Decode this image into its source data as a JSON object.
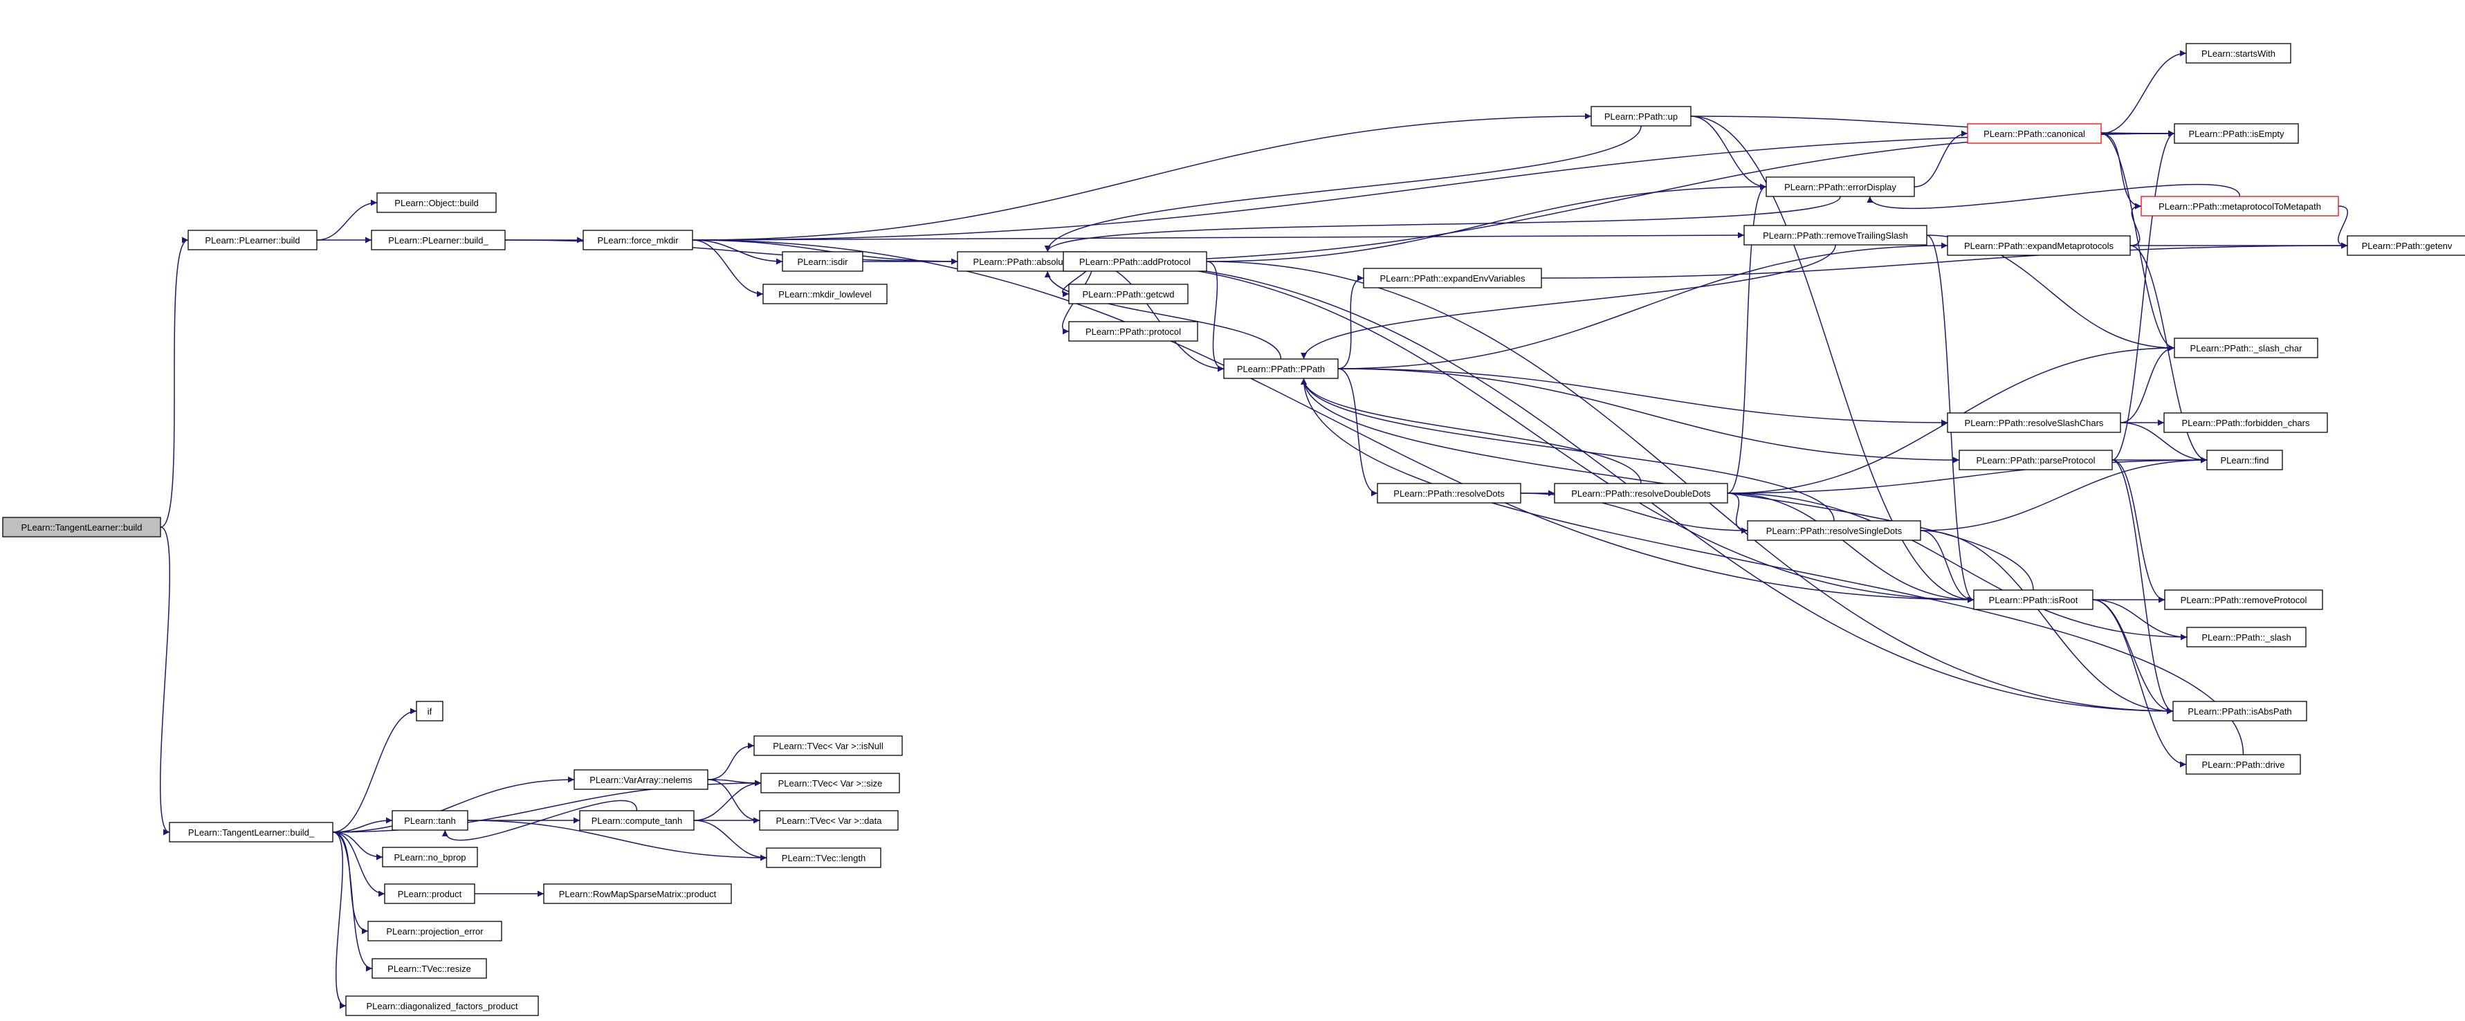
{
  "graph": {
    "edge_color": "#191970",
    "highlight_color": "#bfbfbf",
    "warning_border_color": "#ff0000",
    "nodes": [
      {
        "id": "root",
        "label": "PLearn::TangentLearner::build",
        "style": "root"
      },
      {
        "id": "plb",
        "label": "PLearn::PLearner::build"
      },
      {
        "id": "tlb_",
        "label": "PLearn::TangentLearner::build_"
      },
      {
        "id": "objb",
        "label": "PLearn::Object::build"
      },
      {
        "id": "plb_",
        "label": "PLearn::PLearner::build_"
      },
      {
        "id": "fmk",
        "label": "PLearn::force_mkdir"
      },
      {
        "id": "isdir",
        "label": "PLearn::isdir"
      },
      {
        "id": "mkl",
        "label": "PLearn::mkdir_lowlevel"
      },
      {
        "id": "abs",
        "label": "PLearn::PPath::absolute"
      },
      {
        "id": "addp",
        "label": "PLearn::PPath::addProtocol"
      },
      {
        "id": "getcwd",
        "label": "PLearn::PPath::getcwd"
      },
      {
        "id": "proto",
        "label": "PLearn::PPath::protocol"
      },
      {
        "id": "pp",
        "label": "PLearn::PPath::PPath"
      },
      {
        "id": "eev",
        "label": "PLearn::PPath::expandEnvVariables"
      },
      {
        "id": "up",
        "label": "PLearn::PPath::up"
      },
      {
        "id": "err",
        "label": "PLearn::PPath::errorDisplay"
      },
      {
        "id": "rts",
        "label": "PLearn::PPath::removeTrailingSlash"
      },
      {
        "id": "rdots",
        "label": "PLearn::PPath::resolveDots"
      },
      {
        "id": "rdd",
        "label": "PLearn::PPath::resolveDoubleDots"
      },
      {
        "id": "rsd",
        "label": "PLearn::PPath::resolveSingleDots"
      },
      {
        "id": "isroot",
        "label": "PLearn::PPath::isRoot"
      },
      {
        "id": "canon",
        "label": "PLearn::PPath::canonical",
        "style": "red"
      },
      {
        "id": "expm",
        "label": "PLearn::PPath::expandMetaprotocols"
      },
      {
        "id": "rsc",
        "label": "PLearn::PPath::resolveSlashChars"
      },
      {
        "id": "parse",
        "label": "PLearn::PPath::parseProtocol"
      },
      {
        "id": "sw",
        "label": "PLearn::startsWith"
      },
      {
        "id": "isempty",
        "label": "PLearn::PPath::isEmpty"
      },
      {
        "id": "m2m",
        "label": "PLearn::PPath::metaprotocolToMetapath",
        "style": "red"
      },
      {
        "id": "getenv",
        "label": "PLearn::PPath::getenv"
      },
      {
        "id": "slashchar",
        "label": "PLearn::PPath::_slash_char"
      },
      {
        "id": "forb",
        "label": "PLearn::PPath::forbidden_chars"
      },
      {
        "id": "find",
        "label": "PLearn::find"
      },
      {
        "id": "rmproto",
        "label": "PLearn::PPath::removeProtocol"
      },
      {
        "id": "slash",
        "label": "PLearn::PPath::_slash"
      },
      {
        "id": "isabs",
        "label": "PLearn::PPath::isAbsPath"
      },
      {
        "id": "drive",
        "label": "PLearn::PPath::drive"
      },
      {
        "id": "if",
        "label": "if"
      },
      {
        "id": "nelems",
        "label": "PLearn::VarArray::nelems"
      },
      {
        "id": "isnull",
        "label": "PLearn::TVec< Var >::isNull"
      },
      {
        "id": "size",
        "label": "PLearn::TVec< Var >::size"
      },
      {
        "id": "tanh",
        "label": "PLearn::tanh"
      },
      {
        "id": "ctanh",
        "label": "PLearn::compute_tanh"
      },
      {
        "id": "vdata",
        "label": "PLearn::TVec< Var >::data"
      },
      {
        "id": "tlen",
        "label": "PLearn::TVec::length"
      },
      {
        "id": "nobp",
        "label": "PLearn::no_bprop"
      },
      {
        "id": "prod",
        "label": "PLearn::product"
      },
      {
        "id": "rmsp",
        "label": "PLearn::RowMapSparseMatrix::product"
      },
      {
        "id": "perr",
        "label": "PLearn::projection_error"
      },
      {
        "id": "resize",
        "label": "PLearn::TVec::resize"
      },
      {
        "id": "dfp",
        "label": "PLearn::diagonalized_factors_product"
      }
    ],
    "edges": [
      [
        "root",
        "plb"
      ],
      [
        "root",
        "tlb_"
      ],
      [
        "plb",
        "objb"
      ],
      [
        "plb",
        "plb_"
      ],
      [
        "plb_",
        "fmk"
      ],
      [
        "plb_",
        "abs"
      ],
      [
        "fmk",
        "isdir"
      ],
      [
        "fmk",
        "mkl"
      ],
      [
        "fmk",
        "abs"
      ],
      [
        "fmk",
        "up"
      ],
      [
        "fmk",
        "isempty"
      ],
      [
        "fmk",
        "rts"
      ],
      [
        "fmk",
        "isroot"
      ],
      [
        "isdir",
        "abs"
      ],
      [
        "abs",
        "addp"
      ],
      [
        "abs",
        "getcwd"
      ],
      [
        "abs",
        "proto"
      ],
      [
        "abs",
        "pp"
      ],
      [
        "abs",
        "isabs"
      ],
      [
        "abs",
        "isroot"
      ],
      [
        "abs",
        "isempty"
      ],
      [
        "addp",
        "pp"
      ],
      [
        "addp",
        "err"
      ],
      [
        "addp",
        "isabs"
      ],
      [
        "pp",
        "eev"
      ],
      [
        "pp",
        "rdots"
      ],
      [
        "pp",
        "rsc"
      ],
      [
        "pp",
        "parse"
      ],
      [
        "pp",
        "expm"
      ],
      [
        "pp",
        "abs"
      ],
      [
        "eev",
        "getenv"
      ],
      [
        "up",
        "isempty"
      ],
      [
        "up",
        "err"
      ],
      [
        "up",
        "isroot"
      ],
      [
        "up",
        "abs"
      ],
      [
        "err",
        "canon"
      ],
      [
        "err",
        "abs"
      ],
      [
        "canon",
        "sw"
      ],
      [
        "canon",
        "isempty"
      ],
      [
        "canon",
        "m2m"
      ],
      [
        "canon",
        "slashchar"
      ],
      [
        "m2m",
        "err"
      ],
      [
        "m2m",
        "getenv"
      ],
      [
        "expm",
        "getenv"
      ],
      [
        "expm",
        "m2m"
      ],
      [
        "expm",
        "find"
      ],
      [
        "rts",
        "slashchar"
      ],
      [
        "rts",
        "isroot"
      ],
      [
        "rts",
        "pp"
      ],
      [
        "rdots",
        "rdd"
      ],
      [
        "rdots",
        "rsd"
      ],
      [
        "rdd",
        "err"
      ],
      [
        "rdd",
        "slashchar"
      ],
      [
        "rdd",
        "find"
      ],
      [
        "rdd",
        "rsd"
      ],
      [
        "rdd",
        "isroot"
      ],
      [
        "rdd",
        "slash"
      ],
      [
        "rdd",
        "pp"
      ],
      [
        "rsd",
        "find"
      ],
      [
        "rsd",
        "isroot"
      ],
      [
        "rsd",
        "isabs"
      ],
      [
        "rsd",
        "pp"
      ],
      [
        "rsc",
        "forb"
      ],
      [
        "rsc",
        "find"
      ],
      [
        "rsc",
        "slashchar"
      ],
      [
        "parse",
        "find"
      ],
      [
        "parse",
        "rmproto"
      ],
      [
        "parse",
        "isabs"
      ],
      [
        "parse",
        "isempty"
      ],
      [
        "isroot",
        "rmproto"
      ],
      [
        "isroot",
        "slash"
      ],
      [
        "isroot",
        "isabs"
      ],
      [
        "isroot",
        "drive"
      ],
      [
        "isroot",
        "pp"
      ],
      [
        "drive",
        "pp"
      ],
      [
        "tlb_",
        "if"
      ],
      [
        "tlb_",
        "nelems"
      ],
      [
        "tlb_",
        "size"
      ],
      [
        "tlb_",
        "tanh"
      ],
      [
        "tlb_",
        "nobp"
      ],
      [
        "tlb_",
        "prod"
      ],
      [
        "tlb_",
        "perr"
      ],
      [
        "tlb_",
        "resize"
      ],
      [
        "tlb_",
        "dfp"
      ],
      [
        "nelems",
        "isnull"
      ],
      [
        "nelems",
        "size"
      ],
      [
        "nelems",
        "vdata"
      ],
      [
        "tanh",
        "ctanh"
      ],
      [
        "tanh",
        "tlen"
      ],
      [
        "ctanh",
        "tanh"
      ],
      [
        "ctanh",
        "size"
      ],
      [
        "ctanh",
        "vdata"
      ],
      [
        "ctanh",
        "tlen"
      ],
      [
        "prod",
        "rmsp"
      ]
    ]
  }
}
